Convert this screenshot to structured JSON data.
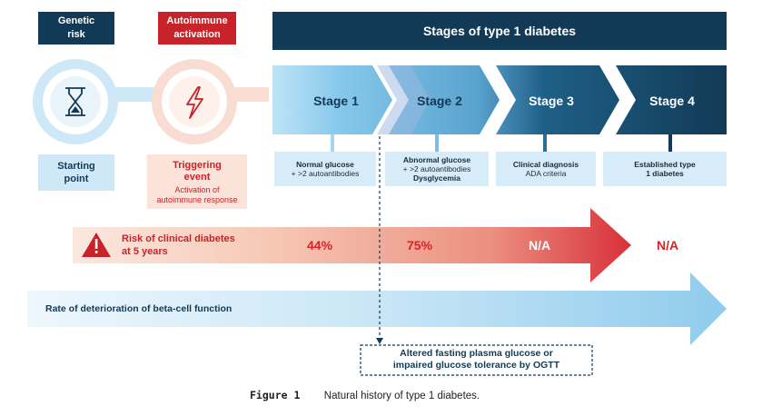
{
  "header": {
    "genetic_risk": "Genetic risk",
    "autoimmune_activation": "Autoimmune activation",
    "stages_title": "Stages of type 1 diabetes"
  },
  "left": {
    "starting_point": "Starting point",
    "triggering_event": "Triggering event",
    "triggering_sub": "Activation of autoimmune response"
  },
  "stages": [
    {
      "label": "Stage 1",
      "desc_line1": "Normal glucose",
      "desc_line2": "+ >2 autoantibodies",
      "desc_line3": ""
    },
    {
      "label": "Stage 2",
      "desc_line1": "Abnormal glucose",
      "desc_line2": "+ >2 autoantibodies",
      "desc_line3": "Dysglycemia"
    },
    {
      "label": "Stage 3",
      "desc_line1": "Clinical diagnosis",
      "desc_line2": "ADA criteria",
      "desc_line3": ""
    },
    {
      "label": "Stage 4",
      "desc_line1": "Established type",
      "desc_line2": "1 diabetes",
      "desc_line3": ""
    }
  ],
  "risk": {
    "label_line1": "Risk of clinical diabetes",
    "label_line2": "at 5 years",
    "values": [
      "44%",
      "75%",
      "N/A",
      "N/A"
    ]
  },
  "beta_cell": "Rate of deterioration of beta-cell function",
  "ogtt": {
    "line1": "Altered fasting plasma glucose or",
    "line2": "impaired glucose tolerance by OGTT"
  },
  "caption": {
    "figure": "Figure 1",
    "text": "Natural history of type 1 diabetes."
  },
  "colors": {
    "navy": "#123a56",
    "red": "#c8232a",
    "light_blue": "#a9d6ef",
    "risk_red": "#d8232a"
  }
}
